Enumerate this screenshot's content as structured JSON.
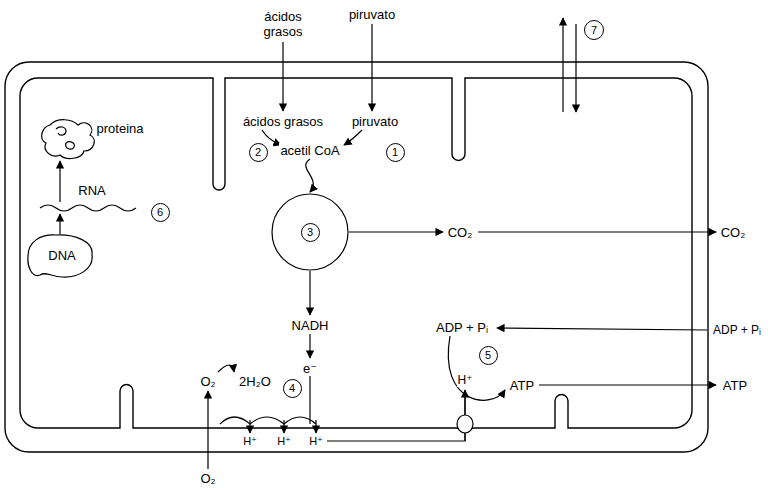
{
  "diagram": {
    "nodes": [
      {
        "text": [
          "7"
        ]
      },
      {
        "text": [
          "2"
        ]
      },
      {
        "text": [
          "1"
        ]
      },
      {
        "text": [
          "6"
        ]
      },
      {
        "text": [
          "3"
        ]
      },
      {
        "text": [
          "5"
        ]
      },
      {
        "text": [
          "4"
        ]
      }
    ],
    "labels": [
      "ácidos grasos",
      "piruvato",
      "ácidos grasos",
      "piruvato",
      "acetil CoA",
      "proteina",
      "RNA",
      "DNA",
      "CO₂",
      "CO₂",
      "NADH",
      "ADP + Pᵢ",
      "ADP + Pᵢ",
      "H⁺",
      "ATP",
      "ATP",
      "e⁻",
      "O₂",
      "2H₂O",
      "H⁺",
      "H⁺",
      "H⁺",
      "O₂"
    ]
  }
}
